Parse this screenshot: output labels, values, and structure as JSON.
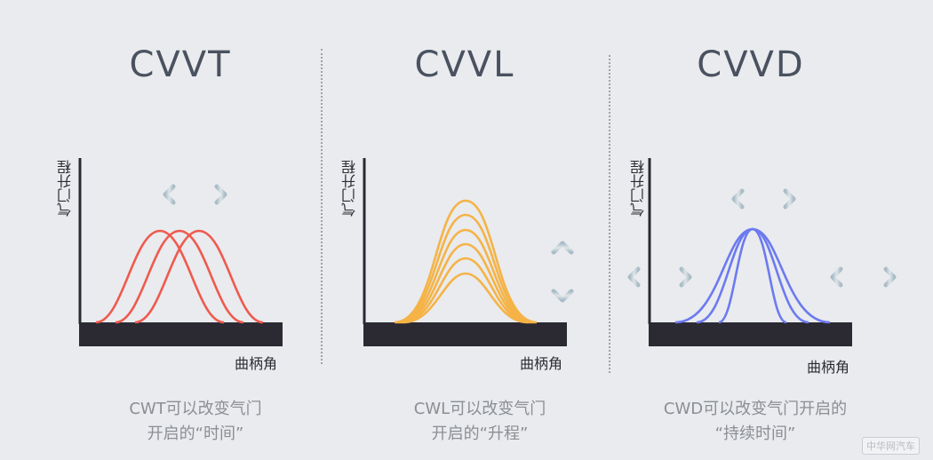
{
  "panels": [
    {
      "title": "CVVT",
      "y_axis_label": "气门升程",
      "x_axis_label": "曲柄角",
      "caption_line1": "CWT可以改变气门",
      "caption_line2": "开启的“时间”",
      "curve_color": "#ef5a4e",
      "arrows": [
        "horizontal"
      ]
    },
    {
      "title": "CVVL",
      "y_axis_label": "气门升程",
      "x_axis_label": "曲柄角",
      "caption_line1": "CWL可以改变气门",
      "caption_line2": "开启的“升程”",
      "curve_color": "#f5b347",
      "arrows": [
        "vertical"
      ]
    },
    {
      "title": "CVVD",
      "y_axis_label": "气门升程",
      "x_axis_label": "曲柄角",
      "caption_line1": "CWD可以改变气门开启的",
      "caption_line2": "“持续时间”",
      "curve_color": "#6c7af0",
      "arrows": [
        "horizontal",
        "horizontal",
        "horizontal"
      ]
    }
  ],
  "colors": {
    "background": "#e9ebee",
    "title": "#4a5260",
    "axis_bar": "#2b2a33",
    "arrow": "#a9bcc6",
    "caption": "#8b8e93"
  },
  "watermark": "中华网汽车"
}
